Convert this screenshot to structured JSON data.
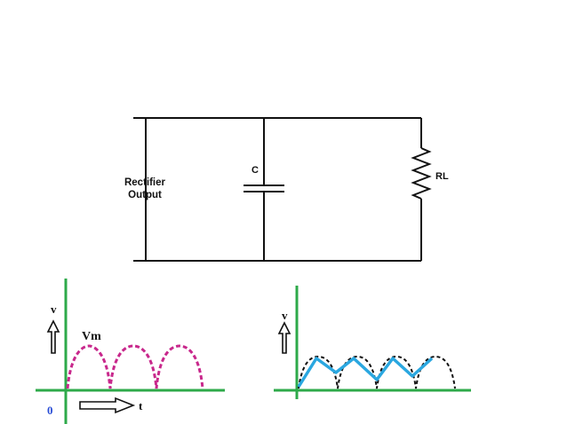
{
  "circuit": {
    "source_label_line1": "Rectifier",
    "source_label_line2": "Output",
    "capacitor_label": "C",
    "load_label": "RL"
  },
  "left_graph": {
    "axis_v_label": "v",
    "peak_label": "Vm",
    "origin_label": "0",
    "time_label": "t"
  },
  "right_graph": {
    "axis_v_label": "v"
  },
  "colors": {
    "wire": "#111111",
    "axis_green": "#2eaa4a",
    "rectified_wave": "#c8288c",
    "filtered_wave": "#2aa7e0",
    "reference_wave": "#111111",
    "origin_label": "#2b4fd6"
  }
}
